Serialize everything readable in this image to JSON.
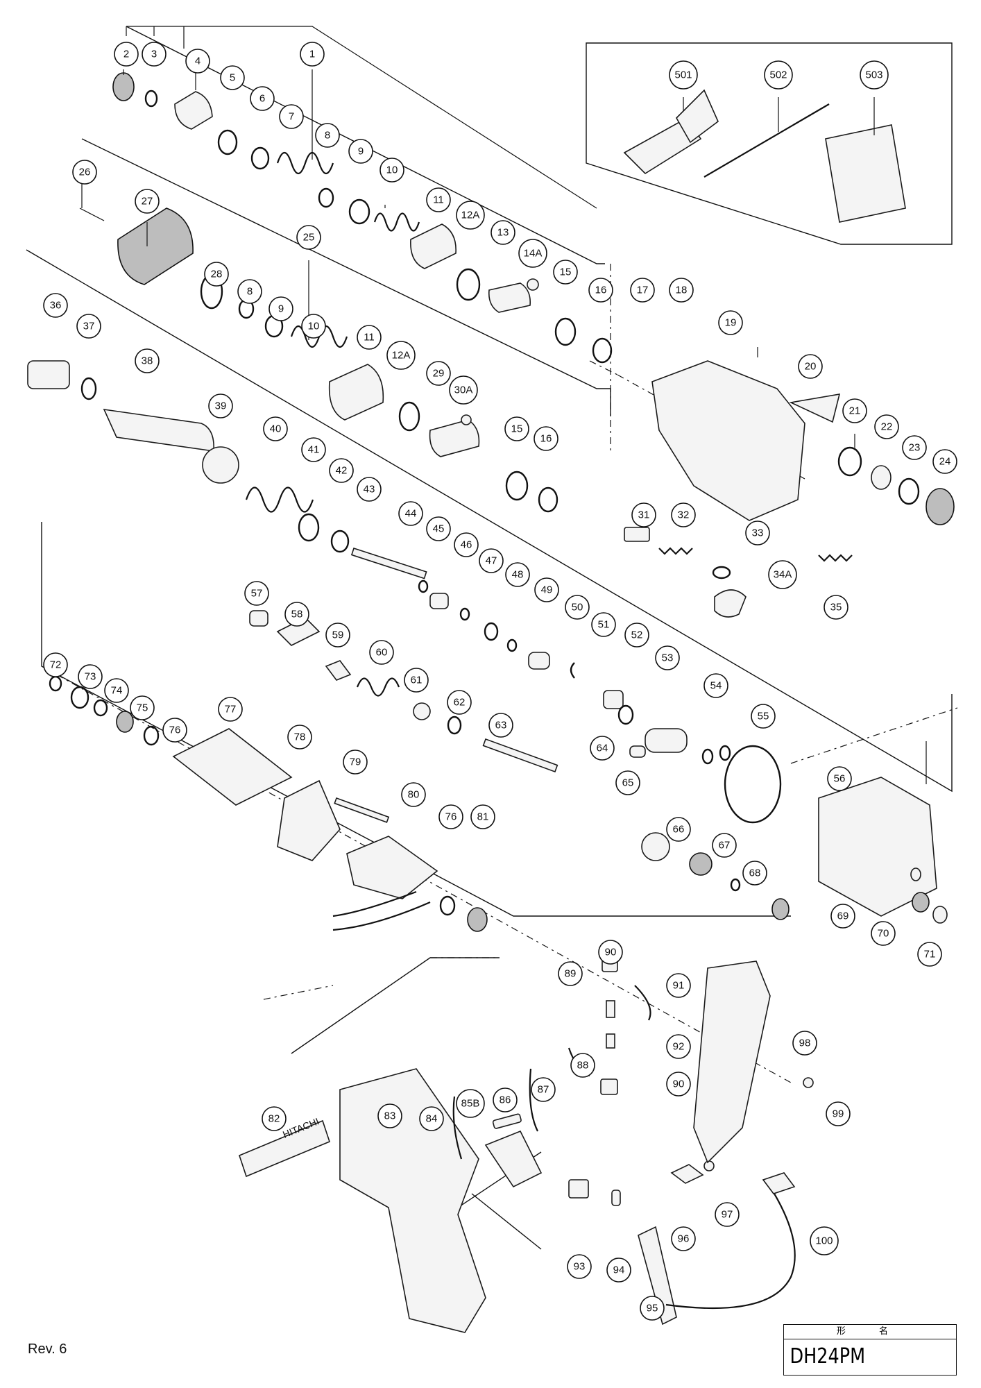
{
  "revision": "Rev. 6",
  "model_header": "形 名",
  "model_name": "DH24PM",
  "callouts": [
    {
      "label": "1"
    },
    {
      "label": "2"
    },
    {
      "label": "3"
    },
    {
      "label": "4"
    },
    {
      "label": "5"
    },
    {
      "label": "6"
    },
    {
      "label": "7"
    },
    {
      "label": "8"
    },
    {
      "label": "9"
    },
    {
      "label": "10"
    },
    {
      "label": "11"
    },
    {
      "label": "12A"
    },
    {
      "label": "13"
    },
    {
      "label": "14A"
    },
    {
      "label": "15"
    },
    {
      "label": "16"
    },
    {
      "label": "17"
    },
    {
      "label": "18"
    },
    {
      "label": "19"
    },
    {
      "label": "20"
    },
    {
      "label": "21"
    },
    {
      "label": "22"
    },
    {
      "label": "23"
    },
    {
      "label": "24"
    },
    {
      "label": "25"
    },
    {
      "label": "26"
    },
    {
      "label": "27"
    },
    {
      "label": "28"
    },
    {
      "label": "8"
    },
    {
      "label": "9"
    },
    {
      "label": "10"
    },
    {
      "label": "11"
    },
    {
      "label": "12A"
    },
    {
      "label": "29"
    },
    {
      "label": "30A"
    },
    {
      "label": "15"
    },
    {
      "label": "16"
    },
    {
      "label": "31"
    },
    {
      "label": "32"
    },
    {
      "label": "33"
    },
    {
      "label": "34A"
    },
    {
      "label": "35"
    },
    {
      "label": "36"
    },
    {
      "label": "37"
    },
    {
      "label": "38"
    },
    {
      "label": "39"
    },
    {
      "label": "40"
    },
    {
      "label": "41"
    },
    {
      "label": "42"
    },
    {
      "label": "43"
    },
    {
      "label": "44"
    },
    {
      "label": "45"
    },
    {
      "label": "46"
    },
    {
      "label": "47"
    },
    {
      "label": "48"
    },
    {
      "label": "49"
    },
    {
      "label": "50"
    },
    {
      "label": "51"
    },
    {
      "label": "52"
    },
    {
      "label": "53"
    },
    {
      "label": "54"
    },
    {
      "label": "55"
    },
    {
      "label": "56"
    },
    {
      "label": "57"
    },
    {
      "label": "58"
    },
    {
      "label": "59"
    },
    {
      "label": "60"
    },
    {
      "label": "61"
    },
    {
      "label": "62"
    },
    {
      "label": "63"
    },
    {
      "label": "64"
    },
    {
      "label": "65"
    },
    {
      "label": "66"
    },
    {
      "label": "67"
    },
    {
      "label": "68"
    },
    {
      "label": "69"
    },
    {
      "label": "70"
    },
    {
      "label": "71"
    },
    {
      "label": "72"
    },
    {
      "label": "73"
    },
    {
      "label": "74"
    },
    {
      "label": "75"
    },
    {
      "label": "76"
    },
    {
      "label": "77"
    },
    {
      "label": "78"
    },
    {
      "label": "79"
    },
    {
      "label": "80"
    },
    {
      "label": "76"
    },
    {
      "label": "81"
    },
    {
      "label": "82"
    },
    {
      "label": "83"
    },
    {
      "label": "84"
    },
    {
      "label": "85B"
    },
    {
      "label": "86"
    },
    {
      "label": "87"
    },
    {
      "label": "88"
    },
    {
      "label": "89"
    },
    {
      "label": "90"
    },
    {
      "label": "91"
    },
    {
      "label": "92"
    },
    {
      "label": "90"
    },
    {
      "label": "93"
    },
    {
      "label": "94"
    },
    {
      "label": "95"
    },
    {
      "label": "96"
    },
    {
      "label": "97"
    },
    {
      "label": "98"
    },
    {
      "label": "99"
    },
    {
      "label": "100"
    },
    {
      "label": "501"
    },
    {
      "label": "502"
    },
    {
      "label": "503"
    }
  ],
  "logo_text": "HITACHI"
}
